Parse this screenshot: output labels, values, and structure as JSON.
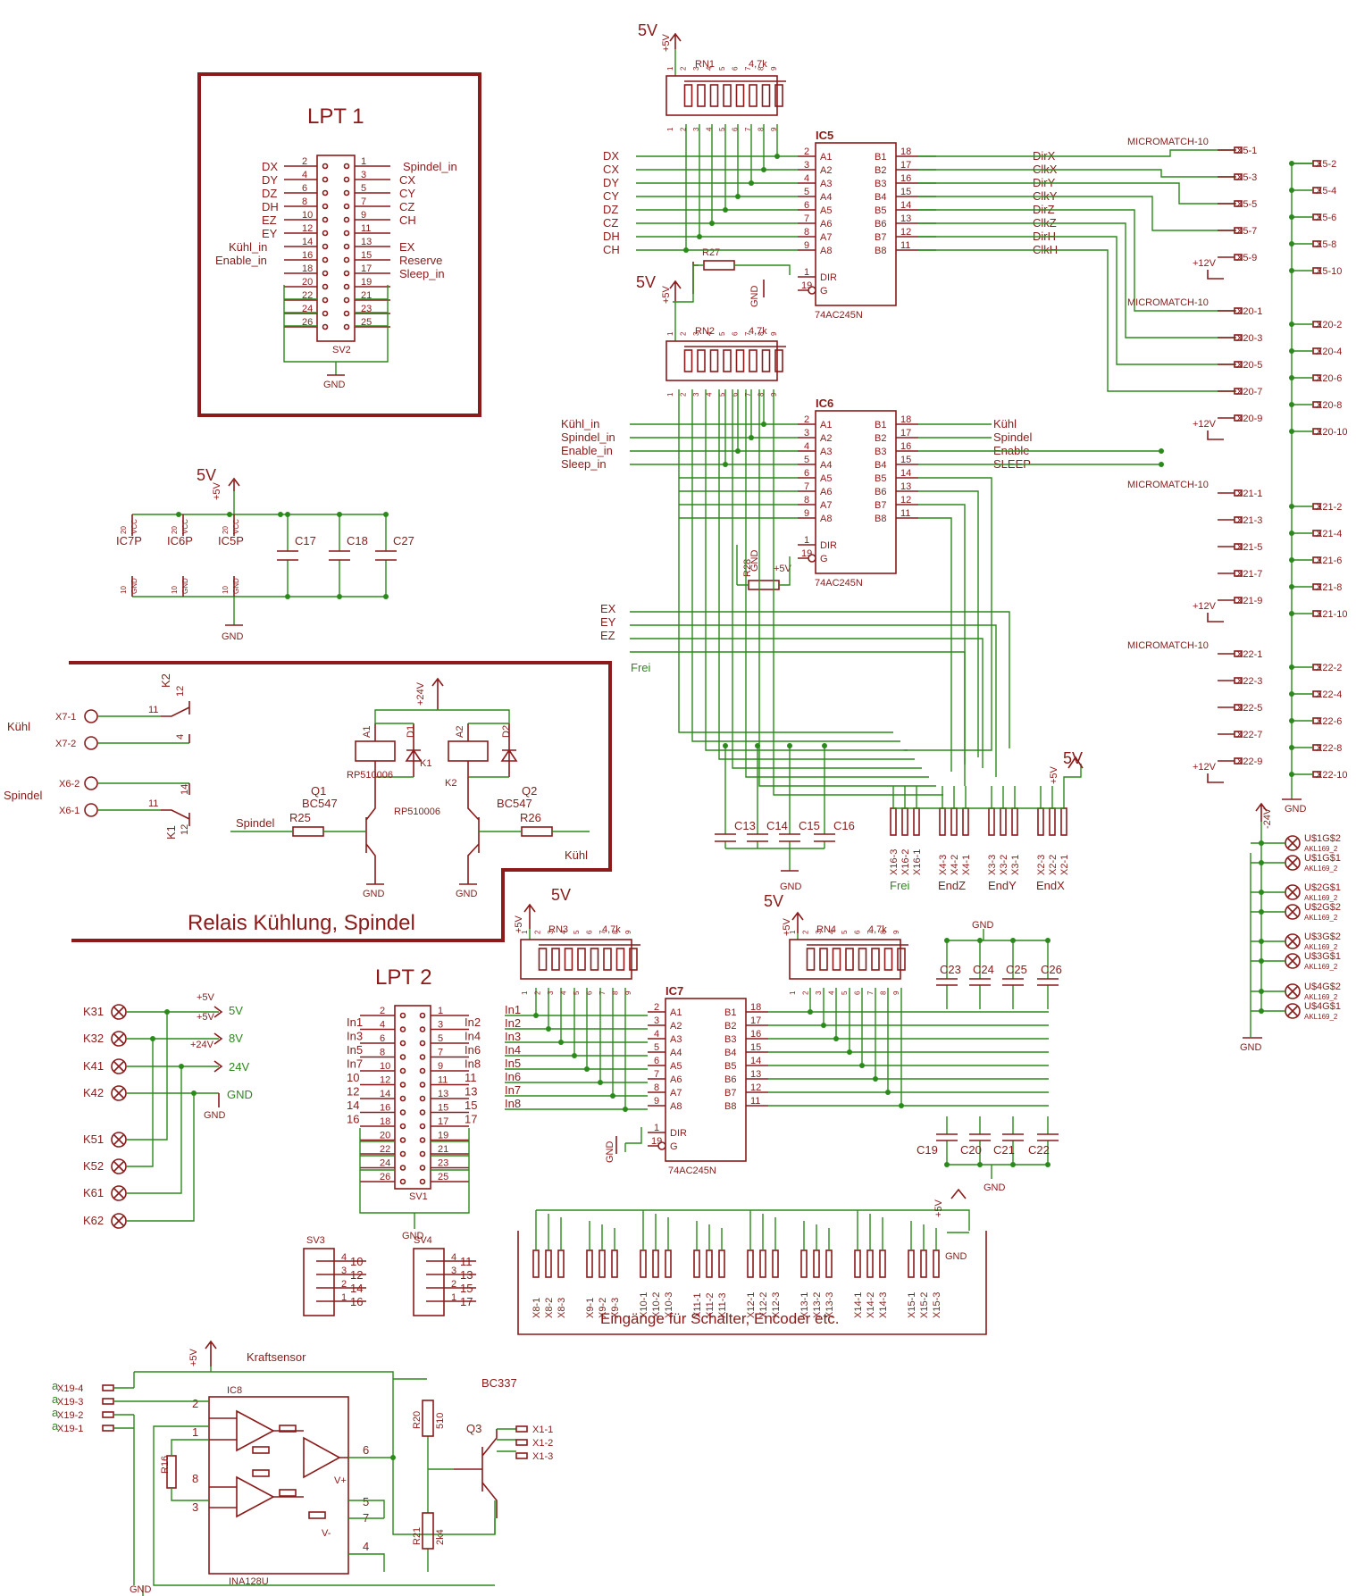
{
  "titles": {
    "lpt1": "LPT 1",
    "lpt2": "LPT 2",
    "relais": "Relais Kühlung, Spindel",
    "inputs": "Eingänge für Schalter, Encoder etc.",
    "kraftsensor": "Kraftsensor"
  },
  "power": {
    "v5": "5V",
    "p5v": "+5V",
    "v8": "8V",
    "v24": "24V",
    "p24v": "+24V",
    "gnd": "GND",
    "p12v": "+12V",
    "m24v": "-24V"
  },
  "lpt1": {
    "name": "SV2",
    "left_labels": [
      "DX",
      "DY",
      "DZ",
      "DH",
      "EZ",
      "EY",
      "Kühl_in",
      "Enable_in"
    ],
    "left_pins": [
      "2",
      "4",
      "6",
      "8",
      "10",
      "12",
      "14",
      "16",
      "18",
      "20",
      "22",
      "24",
      "26"
    ],
    "right_labels": [
      "Spindel_in",
      "CX",
      "CY",
      "CZ",
      "CH",
      "",
      "EX",
      "Reserve",
      "Sleep_in"
    ],
    "right_pins": [
      "1",
      "3",
      "5",
      "7",
      "9",
      "11",
      "13",
      "15",
      "17",
      "19",
      "21",
      "23",
      "25"
    ]
  },
  "decoupling": {
    "ics": [
      "IC7P",
      "IC6P",
      "IC5P"
    ],
    "caps": [
      "C17",
      "C18",
      "C27"
    ],
    "vcc": "VCC",
    "gnd_pin": "GND",
    "pin20": "20",
    "pin10": "10"
  },
  "relay": {
    "k7_1": "X7-1",
    "k7_2": "X7-2",
    "k6_2": "X6-2",
    "k6_1": "X6-1",
    "kuehl": "Kühl",
    "spindel": "Spindel",
    "k2": "K2",
    "k1": "K1",
    "pin11": "11",
    "pin12": "12",
    "pin4": "4",
    "pin14": "14",
    "q1": "Q1",
    "q2": "Q2",
    "bc547": "BC547",
    "rp1": "RP510006",
    "rp2": "RP510006",
    "r25": "R25",
    "r26": "R26",
    "d1": "D1",
    "d2": "D2",
    "a1": "A1",
    "a2": "A2",
    "sp_in": "Spindel",
    "kh_in": "Kühl"
  },
  "power_terms": {
    "k31": "K31",
    "k32": "K32",
    "k41": "K41",
    "k42": "K42",
    "k51": "K51",
    "k52": "K52",
    "k61": "K61",
    "k62": "K62"
  },
  "lpt2": {
    "name": "SV1",
    "left": [
      "In1",
      "In3",
      "In5",
      "In7",
      "10",
      "12",
      "14",
      "16"
    ],
    "right": [
      "In2",
      "In4",
      "In6",
      "In8",
      "11",
      "13",
      "15",
      "17"
    ],
    "left_pins": [
      "2",
      "4",
      "6",
      "8",
      "10",
      "12",
      "14",
      "16",
      "18",
      "20",
      "22",
      "24",
      "26"
    ],
    "right_pins": [
      "1",
      "3",
      "5",
      "7",
      "9",
      "11",
      "13",
      "15",
      "17",
      "19",
      "21",
      "23",
      "25"
    ]
  },
  "sv3": {
    "name": "SV3",
    "pins": [
      "4",
      "3",
      "2",
      "1"
    ],
    "nets": [
      "10",
      "12",
      "14",
      "16"
    ]
  },
  "sv4": {
    "name": "SV4",
    "pins": [
      "4",
      "3",
      "2",
      "1"
    ],
    "nets": [
      "11",
      "13",
      "15",
      "17"
    ]
  },
  "ic5": {
    "name": "IC5",
    "part": "74AC245N",
    "left_nets": [
      "DX",
      "CX",
      "DY",
      "CY",
      "DZ",
      "CZ",
      "DH",
      "CH"
    ],
    "right_nets": [
      "DirX",
      "ClkX",
      "DirY",
      "ClkY",
      "DirZ",
      "ClkZ",
      "DirH",
      "ClkH"
    ]
  },
  "ic6": {
    "name": "IC6",
    "part": "74AC245N",
    "left_nets": [
      "Kühl_in",
      "Spindel_in",
      "Enable_in",
      "Sleep_in"
    ],
    "right_nets": [
      "Kühl",
      "Spindel",
      "Enable",
      "SLEEP"
    ]
  },
  "ic7": {
    "name": "IC7",
    "part": "74AC245N",
    "left_nets": [
      "In1",
      "In2",
      "In3",
      "In4",
      "In5",
      "In6",
      "In7",
      "In8"
    ]
  },
  "bus245": {
    "a": [
      "A1",
      "A2",
      "A3",
      "A4",
      "A5",
      "A6",
      "A7",
      "A8"
    ],
    "b": [
      "B1",
      "B2",
      "B3",
      "B4",
      "B5",
      "B6",
      "B7",
      "B8"
    ],
    "lp": [
      "2",
      "3",
      "4",
      "5",
      "6",
      "7",
      "8",
      "9"
    ],
    "rp": [
      "18",
      "17",
      "16",
      "15",
      "14",
      "13",
      "12",
      "11"
    ],
    "dir": "DIR",
    "g": "G",
    "p1": "1",
    "p19": "19"
  },
  "rnets": {
    "rn1": "RN1",
    "rn2": "RN2",
    "rn3": "RN3",
    "rn4": "RN4",
    "val": "4,7k",
    "r27": "R27",
    "r28": "R28",
    "pins": [
      "1",
      "2",
      "3",
      "4",
      "5",
      "6",
      "7",
      "8",
      "9"
    ]
  },
  "ey_nets": [
    "EX",
    "EY",
    "EZ",
    "Frei"
  ],
  "caps_mid": [
    "C13",
    "C14",
    "C15",
    "C16"
  ],
  "end_conn": {
    "pins": [
      "X16-3",
      "X16-2",
      "X16-1",
      "X4-3",
      "X4-2",
      "X4-1",
      "X3-3",
      "X3-2",
      "X3-1",
      "X2-3",
      "X2-2",
      "X2-1"
    ],
    "groups": [
      "Frei",
      "EndZ",
      "EndY",
      "EndX"
    ]
  },
  "micromatch": {
    "label": "MICROMATCH-10",
    "x5": [
      "X5-1",
      "X5-3",
      "X5-5",
      "X5-7",
      "X5-9"
    ],
    "x5r": [
      "X5-2",
      "X5-4",
      "X5-6",
      "X5-8",
      "X5-10"
    ],
    "x20": [
      "X20-1",
      "X20-3",
      "X20-5",
      "X20-7",
      "X20-9"
    ],
    "x20r": [
      "X20-2",
      "X20-4",
      "X20-6",
      "X20-8",
      "X20-10"
    ],
    "x21": [
      "X21-1",
      "X21-3",
      "X21-5",
      "X21-7",
      "X21-9"
    ],
    "x21r": [
      "X21-2",
      "X21-4",
      "X21-6",
      "X21-8",
      "X21-10"
    ],
    "x22": [
      "X22-1",
      "X22-3",
      "X22-5",
      "X22-7",
      "X22-9"
    ],
    "x22r": [
      "X22-2",
      "X22-4",
      "X22-6",
      "X22-8",
      "X22-10"
    ]
  },
  "terminals": {
    "items": [
      "U$1G$2",
      "U$1G$1",
      "U$2G$1",
      "U$2G$2",
      "U$3G$2",
      "U$3G$1",
      "U$4G$2",
      "U$4G$1"
    ],
    "part": "AKL169_2"
  },
  "caps_low": [
    "C23",
    "C24",
    "C25",
    "C26",
    "C19",
    "C20",
    "C21",
    "C22"
  ],
  "input_pins": [
    "X8-1",
    "X8-2",
    "X8-3",
    "X9-1",
    "X9-2",
    "X9-3",
    "X10-1",
    "X10-2",
    "X10-3",
    "X11-1",
    "X11-2",
    "X11-3",
    "X12-1",
    "X12-2",
    "X12-3",
    "X13-1",
    "X13-2",
    "X13-3",
    "X14-1",
    "X14-2",
    "X14-3",
    "X15-1",
    "X15-2",
    "X15-3"
  ],
  "ina": {
    "name": "IC8",
    "part": "INA128U",
    "pins_in": [
      "X19-4",
      "X19-3",
      "X19-2",
      "X19-1"
    ],
    "pins_out": [
      "X1-1",
      "X1-2",
      "X1-3"
    ],
    "r16": "R16",
    "r20": "R20",
    "r21": "R21",
    "v510": "510",
    "v2k4": "2k4",
    "q3": "Q3",
    "bc337": "BC337",
    "vp": "V+",
    "vm": "V-",
    "pn": [
      "2",
      "1",
      "8",
      "3",
      "6",
      "5",
      "7",
      "4"
    ],
    "a": "a"
  }
}
